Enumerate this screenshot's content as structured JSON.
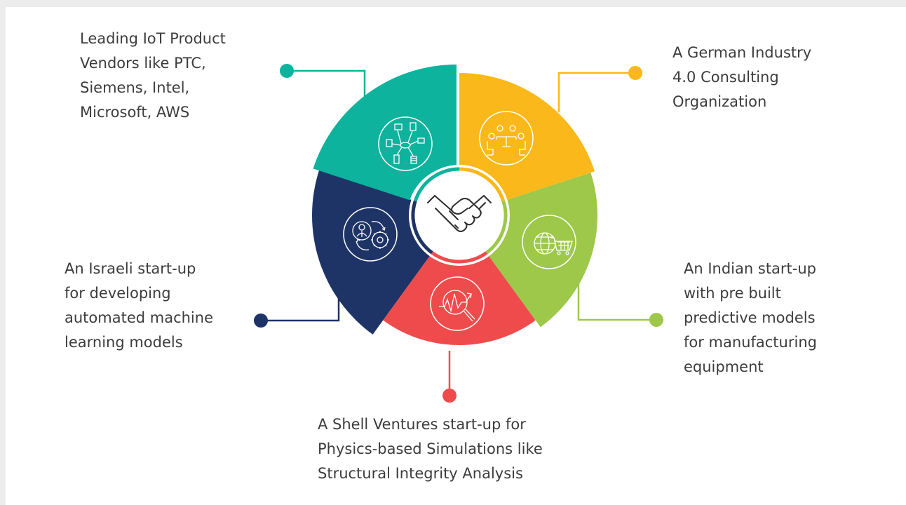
{
  "partners": [
    {
      "id": "iot-vendors",
      "color": "#0db39c",
      "icon": "network-devices-icon",
      "text": "Leading IoT Product\nVendors like PTC,\nSiemens, Intel,\nMicrosoft, AWS"
    },
    {
      "id": "german-consulting",
      "color": "#fbb81b",
      "icon": "meeting-icon",
      "text": "A German Industry\n4.0 Consulting\nOrganization"
    },
    {
      "id": "indian-startup",
      "color": "#9dc84a",
      "icon": "globe-cart-icon",
      "text": "An Indian start-up\nwith pre built\npredictive models\nfor manufacturing\nequipment"
    },
    {
      "id": "shell-ventures",
      "color": "#ef4b4c",
      "icon": "analysis-icon",
      "text": "A Shell Ventures start-up for\nPhysics-based Simulations like\nStructural Integrity Analysis"
    },
    {
      "id": "israeli-startup",
      "color": "#1f3466",
      "icon": "person-gear-cycle-icon",
      "text": "An Israeli start-up\nfor developing\nautomated machine\nlearning models"
    }
  ],
  "center": {
    "icon": "handshake-icon"
  }
}
